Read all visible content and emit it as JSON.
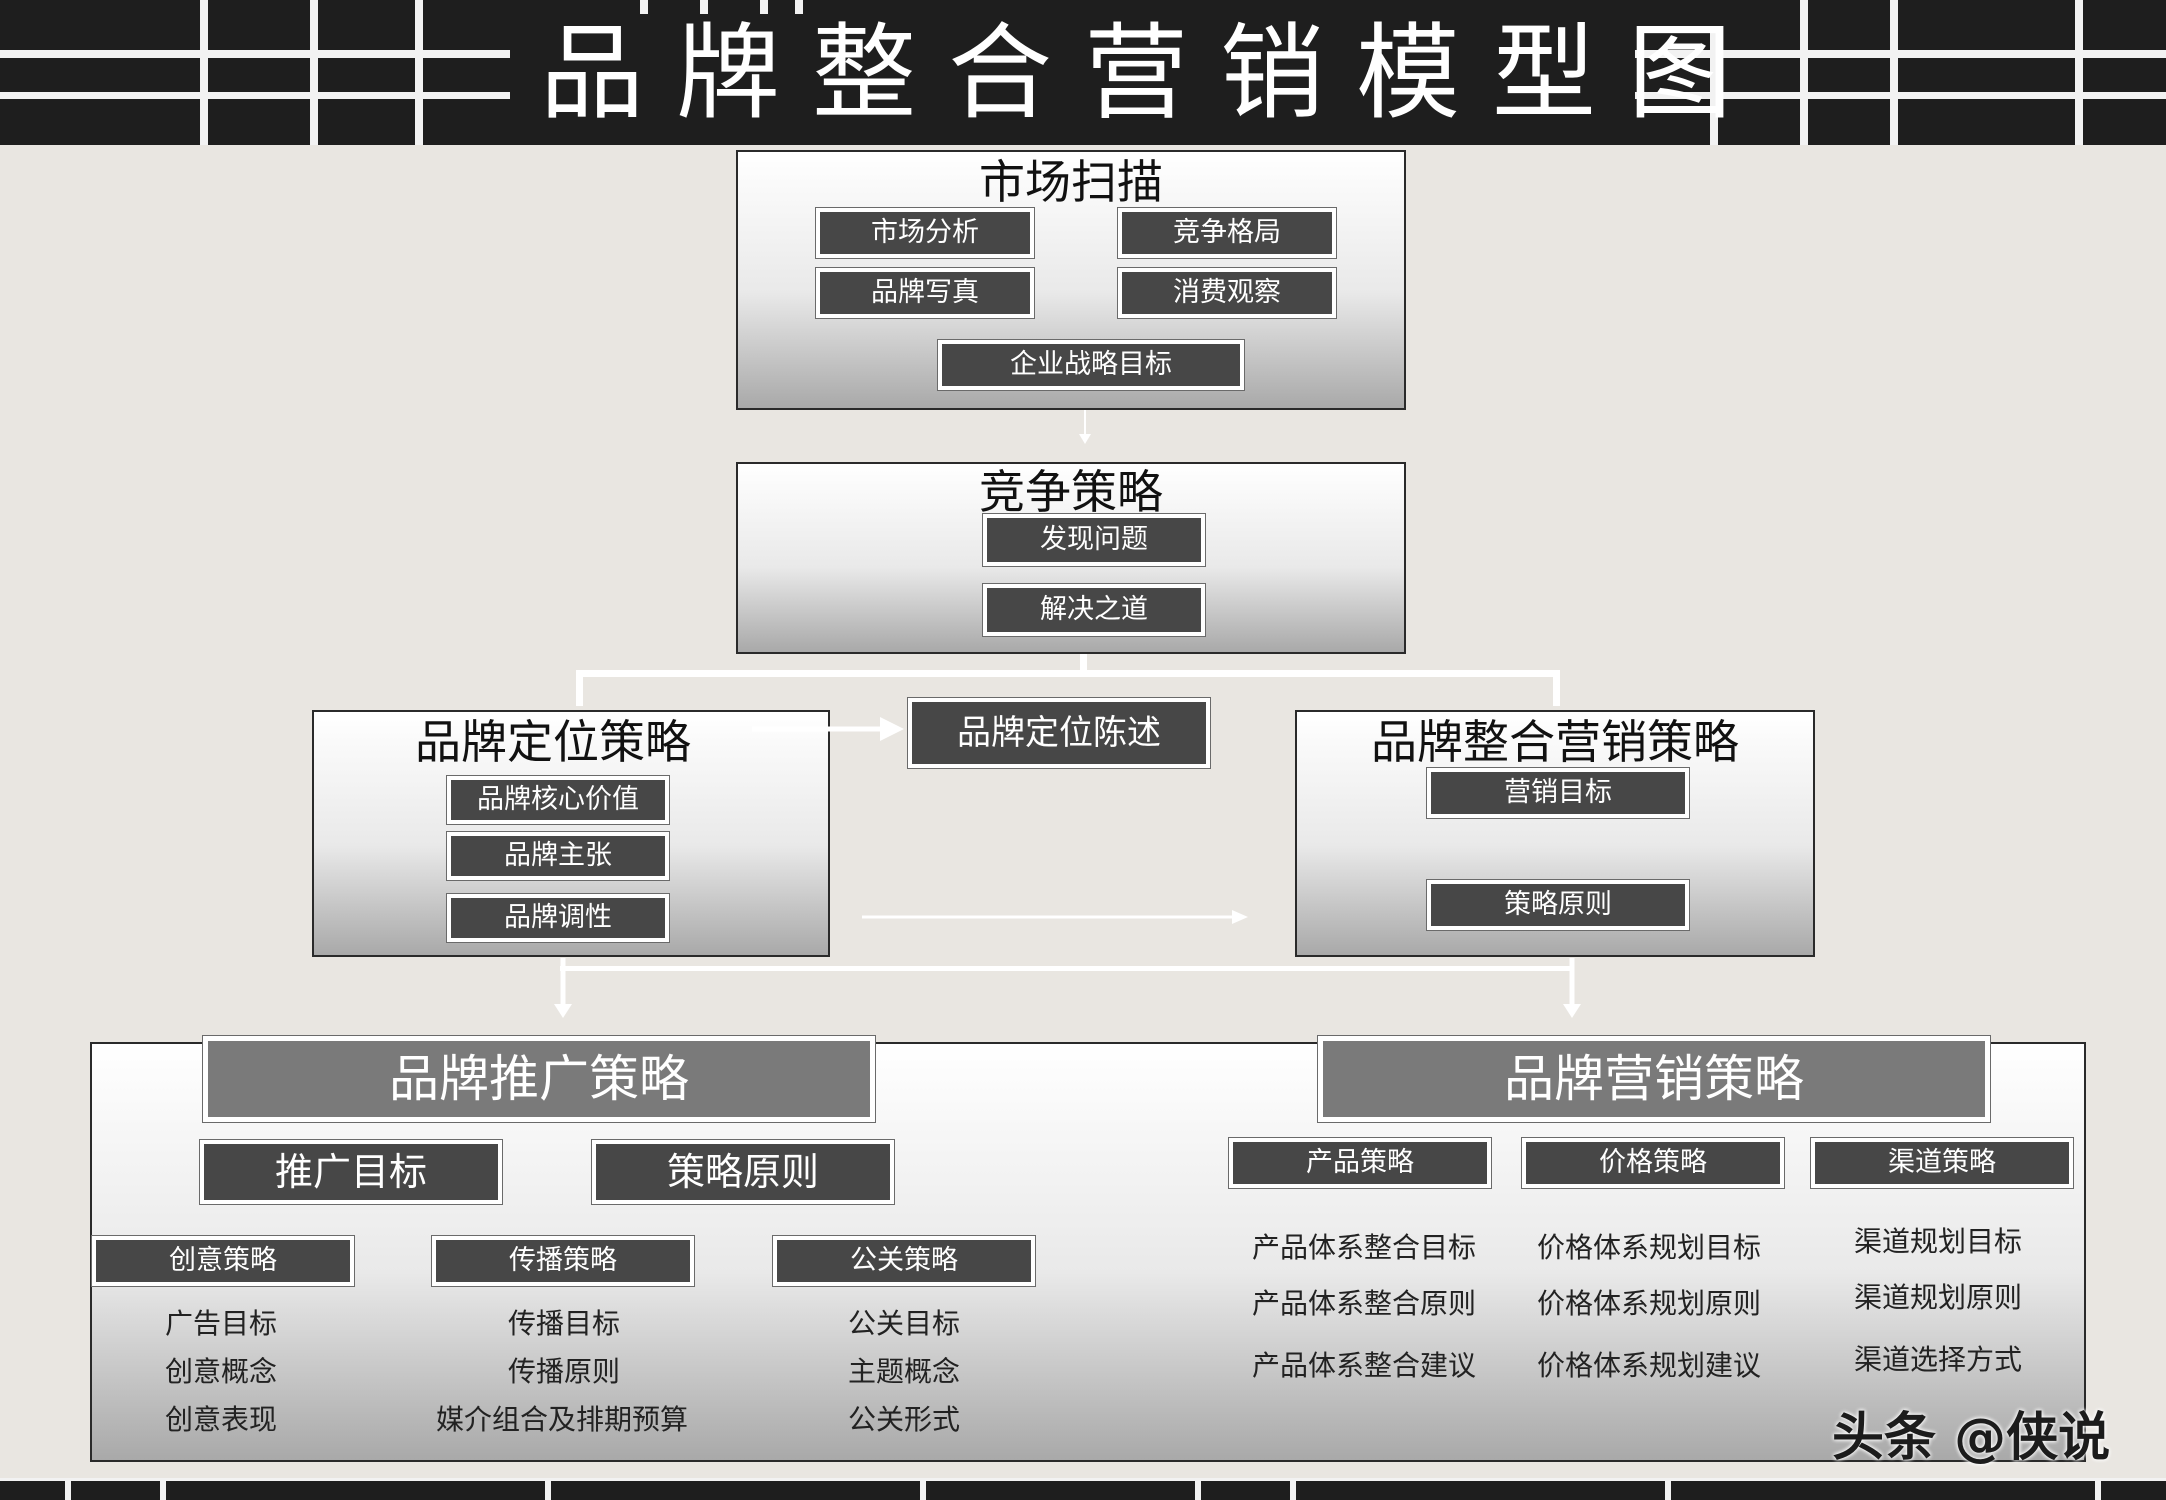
{
  "title": "品牌整合营销模型图",
  "market_scan": {
    "title": "市场扫描",
    "items": [
      "市场分析",
      "竞争格局",
      "品牌写真",
      "消费观察",
      "企业战略目标"
    ]
  },
  "competition": {
    "title": "竞争策略",
    "items": [
      "发现问题",
      "解决之道"
    ]
  },
  "positioning": {
    "title": "品牌定位策略",
    "items": [
      "品牌核心价值",
      "品牌主张",
      "品牌调性"
    ]
  },
  "positioning_statement": "品牌定位陈述",
  "integrated": {
    "title": "品牌整合营销策略",
    "items": [
      "营销目标",
      "策略原则"
    ]
  },
  "promotion": {
    "title": "品牌推广策略",
    "sub": [
      "推广目标",
      "策略原则"
    ],
    "columns": [
      {
        "header": "创意策略",
        "items": [
          "广告目标",
          "创意概念",
          "创意表现"
        ]
      },
      {
        "header": "传播策略",
        "items": [
          "传播目标",
          "传播原则",
          "媒介组合及排期预算"
        ]
      },
      {
        "header": "公关策略",
        "items": [
          "公关目标",
          "主题概念",
          "公关形式"
        ]
      }
    ]
  },
  "marketing": {
    "title": "品牌营销策略",
    "columns": [
      {
        "header": "产品策略",
        "items": [
          "产品体系整合目标",
          "产品体系整合原则",
          "产品体系整合建议"
        ]
      },
      {
        "header": "价格策略",
        "items": [
          "价格体系规划目标",
          "价格体系规划原则",
          "价格体系规划建议"
        ]
      },
      {
        "header": "渠道策略",
        "items": [
          "渠道规划目标",
          "渠道规划原则",
          "渠道选择方式"
        ]
      }
    ]
  },
  "watermark": "头条 @侠说"
}
